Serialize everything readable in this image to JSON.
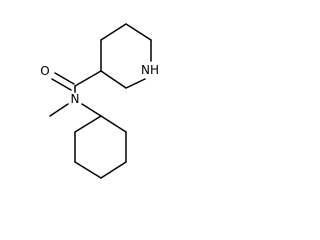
{
  "molecule": {
    "atoms": {
      "o_label": "O",
      "n_amide_label": "N",
      "nh_label": "NH"
    },
    "colors": {
      "bond": "#000000",
      "label": "#000000",
      "background": "#ffffff"
    }
  }
}
